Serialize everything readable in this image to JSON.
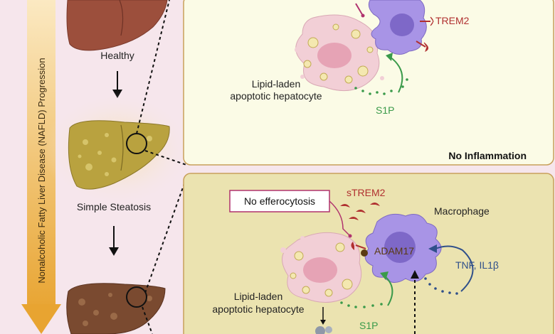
{
  "progression_label": "Nonalcoholic Fatty Liver Disease (NAFLD) Progression",
  "stages": {
    "healthy": "Healthy",
    "steatosis": "Simple Steatosis"
  },
  "top_panel": {
    "hepatocyte_label_line1": "Lipid-laden",
    "hepatocyte_label_line2": "apoptotic hepatocyte",
    "receptor_label": "TREM2",
    "signal_label": "S1P",
    "status_label": "No Inflammation"
  },
  "bottom_panel": {
    "callout_label": "No efferocytosis",
    "soluble_receptor_label": "sTREM2",
    "macrophage_label": "Macrophage",
    "enzyme_label": "ADAM17",
    "cytokines_label": "TNF, IL1β",
    "hepatocyte_label_line1": "Lipid-laden",
    "hepatocyte_label_line2": "apoptotic hepatocyte",
    "signal_label": "S1P"
  },
  "colors": {
    "background": "#f6e6ec",
    "top_panel_fill": "#fbfbe6",
    "bottom_panel_fill": "#ebe3b0",
    "panel_border": "#c8a05a",
    "macrophage": "#a894e6",
    "hepatocyte": "#f2cfd6",
    "trem2": "#b03030",
    "s1p": "#3a9a4a",
    "cytokine": "#2f4f8a",
    "progression_arrow": "#e8a431"
  }
}
